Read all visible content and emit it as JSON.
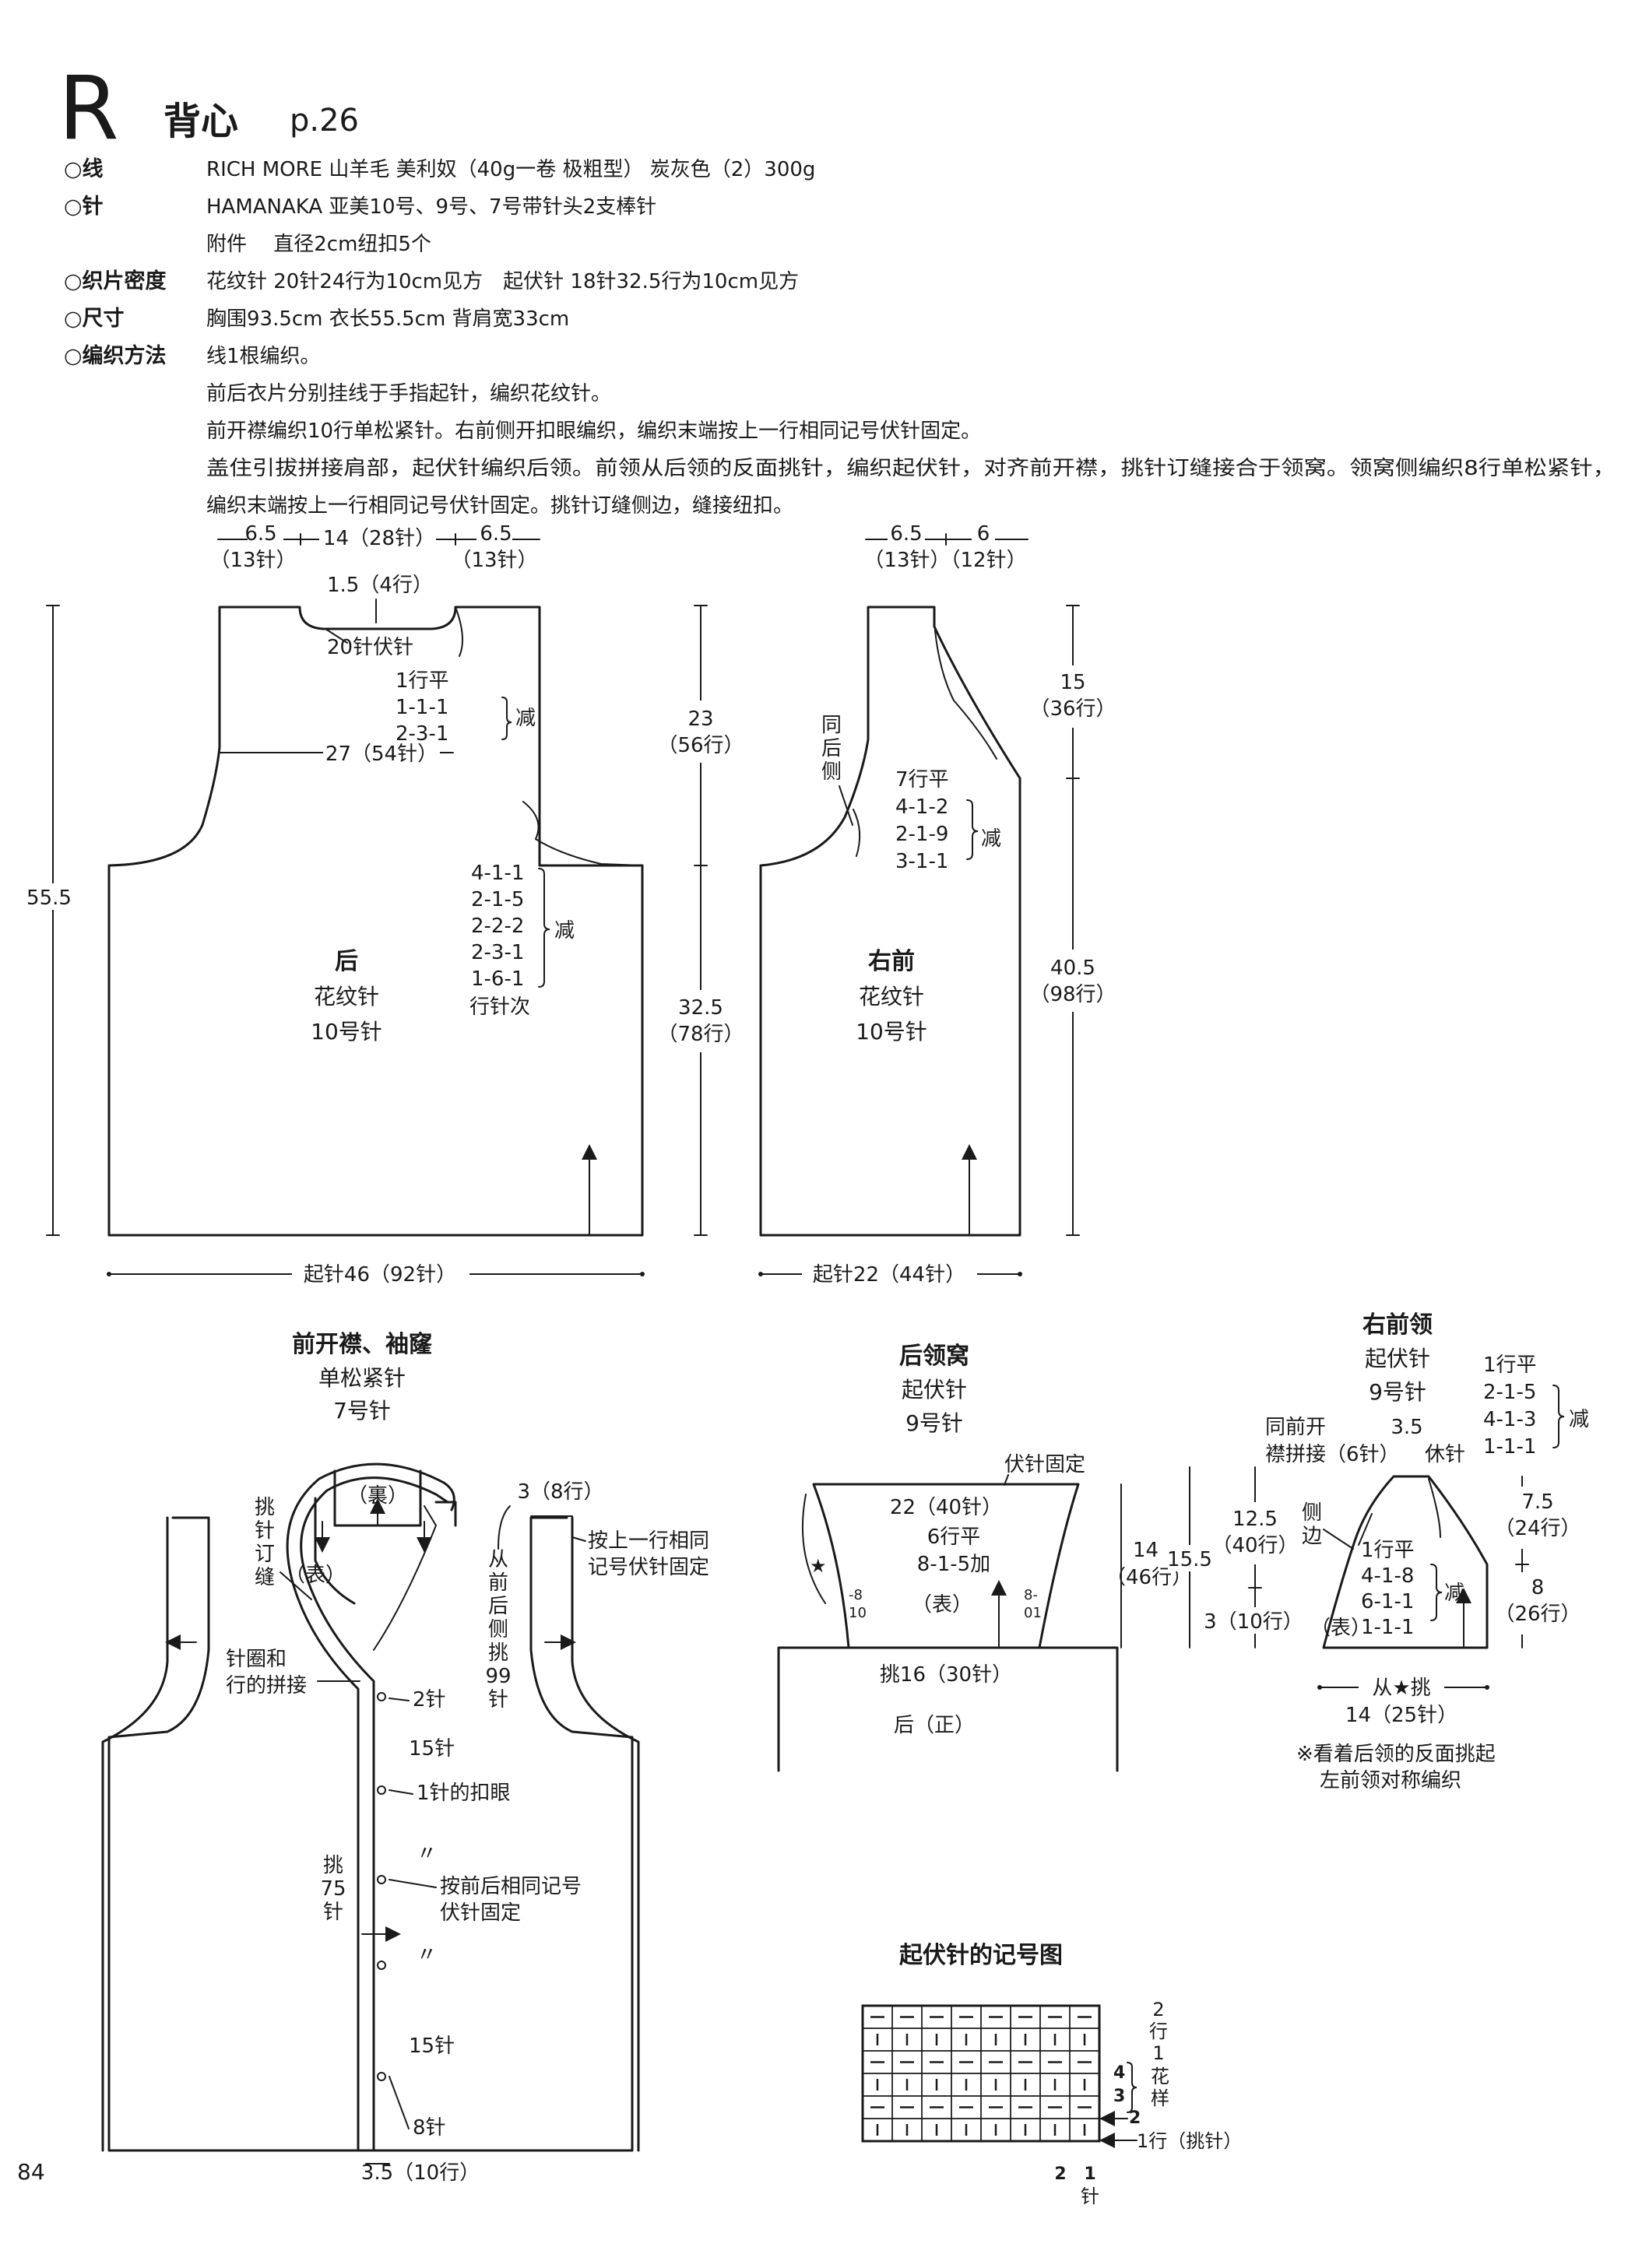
{
  "header": {
    "letter": "R",
    "title": "背心",
    "page_ref": "p.26"
  },
  "materials": [
    {
      "label": "○线",
      "value": "RICH MORE 山羊毛 美利奴（40g一卷 极粗型） 炭灰色（2）300g"
    },
    {
      "label": "○针",
      "value": "HAMANAKA 亚美10号、9号、7号带针头2支棒针"
    },
    {
      "label": "",
      "value": "附件　 直径2cm纽扣5个"
    },
    {
      "label": "○织片密度",
      "value": "花纹针 20针24行为10cm见方　起伏针 18针32.5行为10cm见方"
    },
    {
      "label": "○尺寸",
      "value": "胸围93.5cm 衣长55.5cm 背肩宽33cm"
    },
    {
      "label": "○编织方法",
      "value": "线1根编织。"
    }
  ],
  "instructions": [
    "前后衣片分别挂线于手指起针，编织花纹针。",
    "前开襟编织10行单松紧针。右前侧开扣眼编织，编织末端按上一行相同记号伏针固定。",
    "盖住引拔拼接肩部，起伏针编织后领。前领从后领的反面挑针，编织起伏针，对齐前开襟，挑针订缝接合于领窝。领窝侧编织8行单松紧针，",
    "编织末端按上一行相同记号伏针固定。挑针订缝侧边，缝接纽扣。"
  ],
  "back": {
    "top_dims": [
      "6.5",
      "（13针）",
      "14（28针）",
      "6.5",
      "（13针）"
    ],
    "neck_depth": "1.5（4行）",
    "bind_off": "20针伏针",
    "neck_dec": [
      "1行平",
      "1-1-1",
      "2-3-1"
    ],
    "dec": "减",
    "width_mid": "27（54针）",
    "armhole_dec": [
      "4-1-1",
      "2-1-5",
      "2-2-2",
      "2-3-1",
      "1-6-1"
    ],
    "row_label": "行针次",
    "name": "后",
    "stitch": "花纹针",
    "needle": "10号针",
    "total_height": "55.5",
    "armhole_height": [
      "23",
      "（56行）"
    ],
    "body_height": [
      "32.5",
      "（78行）"
    ],
    "cast_on": "起针46（92针）"
  },
  "front": {
    "top_dims": [
      "6.5",
      "6",
      "（13针）（12针）"
    ],
    "same_back": "同后侧",
    "dec_rows": [
      "7行平",
      "4-1-2",
      "2-1-9",
      "3-1-1"
    ],
    "dec": "减",
    "neck_height": [
      "15",
      "（36行）"
    ],
    "body_height": [
      "40.5",
      "（98行）"
    ],
    "name": "右前",
    "stitch": "花纹针",
    "needle": "10号针",
    "cast_on": "起针22（44针）"
  },
  "band": {
    "title": "前开襟、袖窿",
    "stitch": "单松紧针",
    "needle": "7号针",
    "wrong_side": "（裏）",
    "right_side": "（表）",
    "seam_label": "挑针订缝",
    "rib_rows": "3（8行）",
    "bind_note": [
      "按上一行相同",
      "记号伏针固定"
    ],
    "pickup_side": "从前后侧挑99针",
    "join_label": [
      "针圈和",
      "行的拼接"
    ],
    "marks": [
      "2针",
      "15针",
      "1针的扣眼",
      "15针",
      "8针"
    ],
    "ditto": "〃",
    "pickup_front": "挑75针",
    "bind_note2": [
      "按前后相同记号",
      "伏针固定"
    ],
    "bottom": "3.5（10行）"
  },
  "back_collar": {
    "title": "后领窝",
    "stitch": "起伏针",
    "needle": "9号针",
    "bind": "伏针固定",
    "top_width": "22（40针）",
    "rows": [
      "6行平",
      "8-1-5加"
    ],
    "dec": "",
    "face": "（表）",
    "height": [
      "14",
      "（46行）"
    ],
    "pickup": "挑16（30针）",
    "back_face": "后（正）",
    "star": "★",
    "small_nums": [
      "-8",
      "10",
      "8-",
      "01"
    ]
  },
  "front_collar": {
    "title": "右前领",
    "stitch": "起伏针",
    "needle": "9号针",
    "top_label": "3.5",
    "join": [
      "同前开",
      "襟拼接（6针）"
    ],
    "rest": "休针",
    "right_rows": [
      "1行平",
      "2-1-5",
      "4-1-3",
      "1-1-1"
    ],
    "dec": "减",
    "right_heights": [
      "7.5",
      "（24行）",
      "8",
      "（26行）"
    ],
    "left_heights": [
      "15.5",
      "12.5",
      "（40行）",
      "3（10行）"
    ],
    "side": "侧边",
    "inner_rows": [
      "1行平",
      "4-1-8",
      "6-1-1",
      "1-1-1"
    ],
    "face": "（表）",
    "pickup": "从★挑",
    "pickup_count": "14（25针）",
    "note": [
      "※看着后领的反面挑起",
      "左前领对称编织"
    ]
  },
  "chart": {
    "title": "起伏针的记号图",
    "right_labels": [
      "2",
      "行",
      "1"
    ],
    "pattern": [
      "花",
      "样"
    ],
    "row_nums": [
      "4",
      "3",
      "2"
    ],
    "pickup_row": "1行（挑针）",
    "col_nums": [
      "2",
      "1"
    ],
    "col_unit": "针"
  },
  "page_number": "84"
}
